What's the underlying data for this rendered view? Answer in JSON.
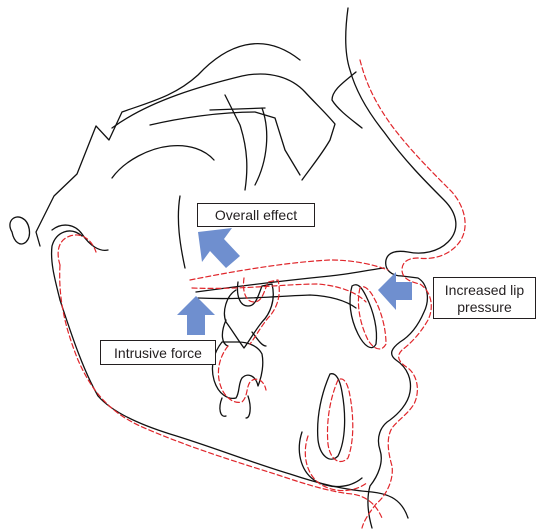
{
  "labels": {
    "overall_effect": "Overall effect",
    "intrusive_force": "Intrusive force",
    "lip_pressure_line1": "Increased lip",
    "lip_pressure_line2": "pressure"
  },
  "colors": {
    "outline": "#111111",
    "dashed_superimposition": "#e0262b",
    "arrow_fill": "#6f8fcf",
    "label_border": "#231f20"
  },
  "arrows": [
    {
      "name": "overall-effect-arrow",
      "direction": "up-left"
    },
    {
      "name": "intrusive-force-arrow",
      "direction": "up"
    },
    {
      "name": "lip-pressure-arrow",
      "direction": "left"
    }
  ]
}
